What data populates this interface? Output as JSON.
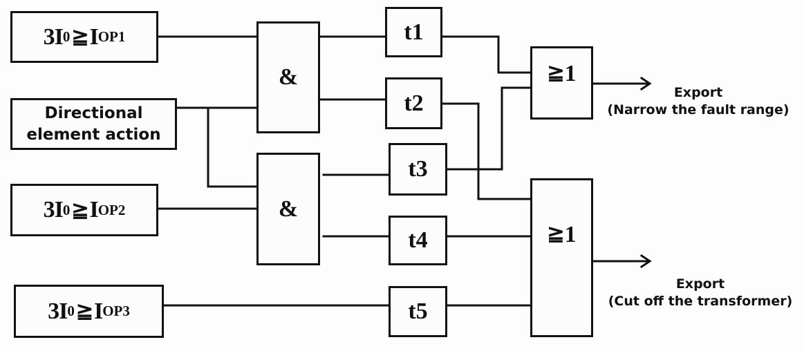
{
  "diagram": {
    "type": "protection-logic-block-diagram",
    "inputs": [
      {
        "id": "iop1",
        "prefix": "3I",
        "prefix_sub": "0",
        "relation": "≧",
        "target": "I",
        "target_sub": "OP1"
      },
      {
        "id": "directional",
        "line1": "Directional",
        "line2": "element action"
      },
      {
        "id": "iop2",
        "prefix": "3I",
        "prefix_sub": "0",
        "relation": "≧",
        "target": "I",
        "target_sub": "OP2"
      },
      {
        "id": "iop3",
        "prefix": "3I",
        "prefix_sub": "0",
        "relation": "≧",
        "target": "I",
        "target_sub": "OP3"
      }
    ],
    "and_gates": [
      {
        "id": "and1",
        "label": "&",
        "inputs": [
          "iop1",
          "directional"
        ],
        "outputs": [
          "t1",
          "t2"
        ]
      },
      {
        "id": "and2",
        "label": "&",
        "inputs": [
          "directional",
          "iop2"
        ],
        "outputs": [
          "t3",
          "t4"
        ]
      }
    ],
    "timers": [
      {
        "id": "t1",
        "label": "t1",
        "to": "or1"
      },
      {
        "id": "t2",
        "label": "t2",
        "to": "or2"
      },
      {
        "id": "t3",
        "label": "t3",
        "to": "or1"
      },
      {
        "id": "t4",
        "label": "t4",
        "to": "or2"
      },
      {
        "id": "t5",
        "label": "t5",
        "from": "iop3",
        "to": "or2"
      }
    ],
    "or_gates": [
      {
        "id": "or1",
        "relation": "≧",
        "value": "1",
        "inputs": [
          "t1",
          "t3"
        ]
      },
      {
        "id": "or2",
        "relation": "≧",
        "value": "1",
        "inputs": [
          "t2",
          "t4",
          "t5"
        ]
      }
    ],
    "outputs": [
      {
        "id": "out1",
        "from": "or1",
        "title": "Export",
        "description": "(Narrow the fault range)"
      },
      {
        "id": "out2",
        "from": "or2",
        "title": "Export",
        "description": "(Cut off the transformer)"
      }
    ]
  }
}
